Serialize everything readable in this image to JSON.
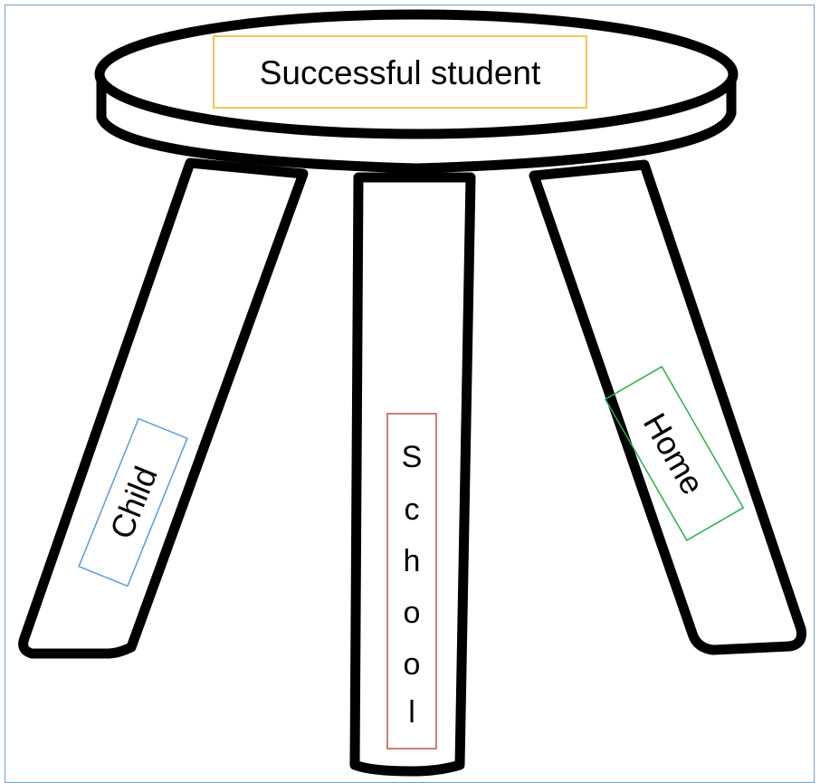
{
  "title": "Successful student",
  "legs": {
    "left": "Child",
    "middle": [
      "S",
      "c",
      "h",
      "o",
      "o",
      "l"
    ],
    "right": "Home"
  },
  "colors": {
    "frame": "#6fa0d2",
    "title_box": "#e8b32c",
    "child_box": "#5b9bd5",
    "school_box": "#c0504d",
    "home_box": "#2eae4e",
    "outline": "#000000"
  }
}
